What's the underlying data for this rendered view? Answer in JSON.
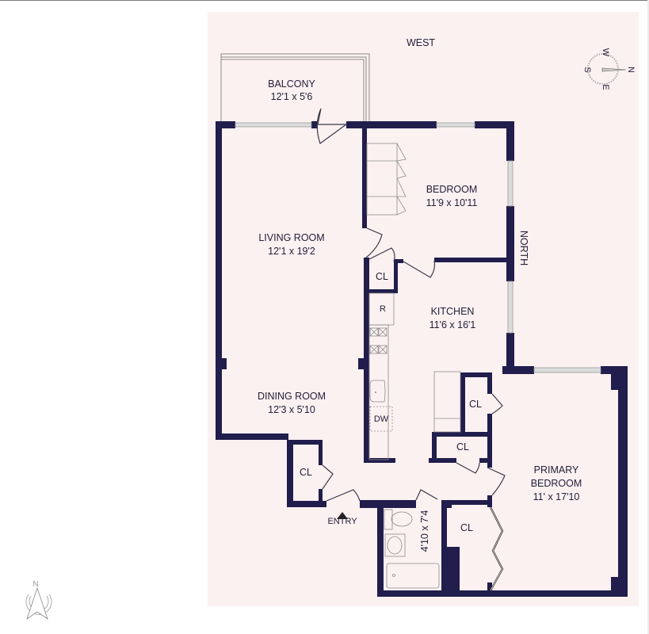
{
  "plan": {
    "background_color": "#fcf1f1",
    "wall_color": "#211d4c",
    "orientation_labels": {
      "west": "WEST",
      "north": "NORTH"
    },
    "compass": {
      "n": "N",
      "s": "S",
      "e": "E",
      "w": "W"
    },
    "north_arrow": {
      "label": "N"
    },
    "entry_label": "ENTRY",
    "rooms": [
      {
        "id": "balcony",
        "name": "BALCONY",
        "dims": "12'1 x 5'6"
      },
      {
        "id": "living",
        "name": "LIVING ROOM",
        "dims": "12'1 x 19'2"
      },
      {
        "id": "dining",
        "name": "DINING ROOM",
        "dims": "12'3 x 5'10"
      },
      {
        "id": "bedroom",
        "name": "BEDROOM",
        "dims": "11'9 x 10'11"
      },
      {
        "id": "kitchen",
        "name": "KITCHEN",
        "dims": "11'6 x 16'1"
      },
      {
        "id": "primary",
        "name_line1": "PRIMARY",
        "name_line2": "BEDROOM",
        "dims": "11' x 17'10"
      },
      {
        "id": "bath",
        "dims": "4'10 x 7'4"
      }
    ],
    "closets": [
      "CL",
      "CL",
      "CL",
      "CL",
      "CL"
    ],
    "appliances": {
      "refrigerator": "R",
      "dishwasher": "DW"
    }
  }
}
